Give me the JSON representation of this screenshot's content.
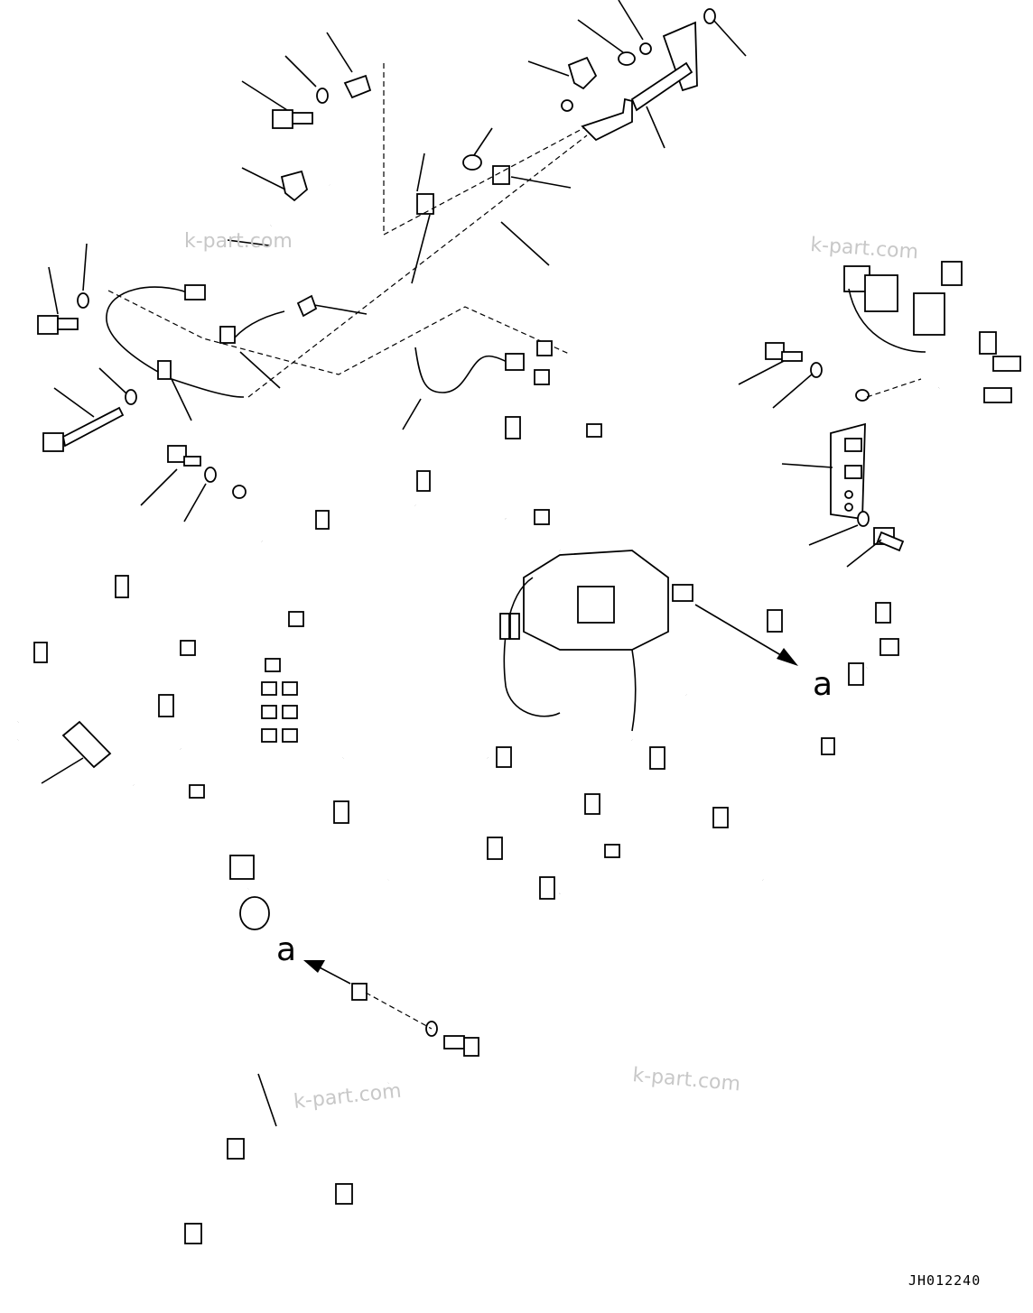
{
  "drawing": {
    "watermark": "k-part.com",
    "drawing_code": "JH012240",
    "view_label_a": "a"
  }
}
